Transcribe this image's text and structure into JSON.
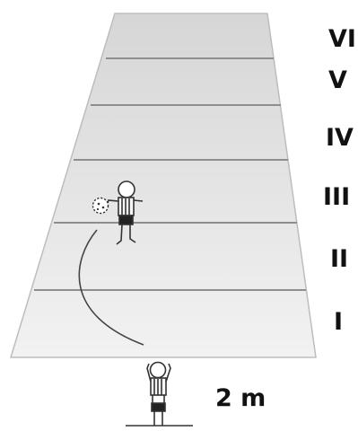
{
  "zones": [
    "VI",
    "V",
    "IV",
    "III",
    "II",
    "I"
  ],
  "distance_label": "2 m"
}
